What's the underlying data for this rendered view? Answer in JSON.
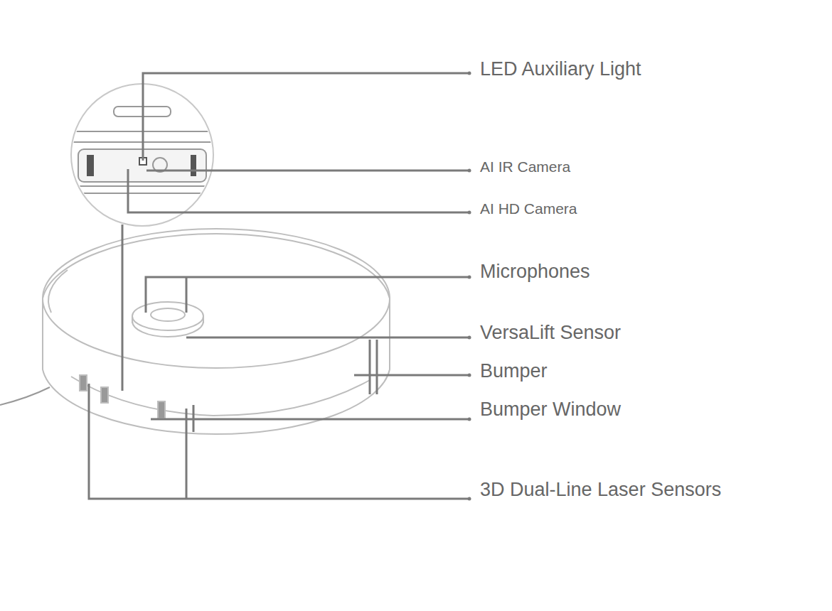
{
  "diagram": {
    "labels": [
      "LED Auxiliary Light",
      "AI IR Camera",
      "AI HD Camera",
      "Microphones",
      "VersaLift Sensor",
      "Bumper",
      "Bumper Window",
      "3D Dual-Line Laser Sensors"
    ]
  }
}
